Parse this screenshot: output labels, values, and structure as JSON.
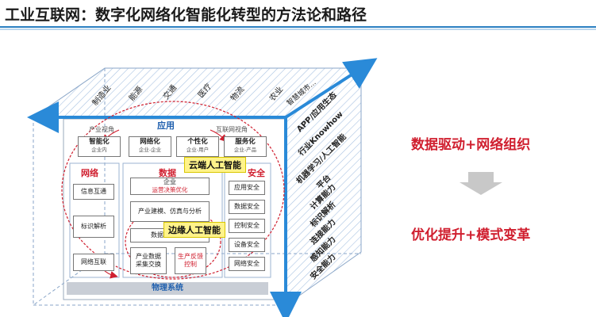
{
  "title": "工业互联网：数字化网络化智能化转型的方法论和路径",
  "top_face_labels": [
    "制造业",
    "能源",
    "交通",
    "医疗",
    "物流",
    "农业",
    "智慧城市..."
  ],
  "side_face_labels": [
    "APP/应用生态",
    "行业Knowhow",
    "机器学习/人工智能",
    "平台",
    "计算能力",
    "标识解析",
    "连接能力",
    "感知能力",
    "安全能力"
  ],
  "front": {
    "app_title": "应用",
    "left_view": "产业视角",
    "right_view": "互联网视角",
    "app_items": [
      {
        "main": "智能化",
        "sub": "企业内"
      },
      {
        "main": "网络化",
        "sub": "企业-企业"
      },
      {
        "main": "个性化",
        "sub": "企业-用户"
      },
      {
        "main": "服务化",
        "sub": "企业-产品"
      }
    ],
    "network_title": "网络",
    "network_items": [
      "信息互通",
      "标识解析",
      "网络互联"
    ],
    "data_title": "数据",
    "data_items": {
      "enterprise": "企业",
      "decision": "运营决策优化",
      "modeling": "产业建模、仿真与分析",
      "integration": "数据集成处理",
      "collect": "产业数据采集交换",
      "feedback": "生产反馈控制"
    },
    "security_title": "安全",
    "security_items": [
      "应用安全",
      "数据安全",
      "控制安全",
      "设备安全",
      "网络安全"
    ],
    "cloud_tag": "云端人工智能",
    "edge_tag": "边缘人工智能",
    "physical": "物理系统"
  },
  "slogans": {
    "top": "数据驱动+网络组织",
    "bottom": "优化提升+模式变革"
  },
  "colors": {
    "accent_blue": "#2a7fc1",
    "red": "#d01f2f",
    "yellow": "#fff38a"
  }
}
